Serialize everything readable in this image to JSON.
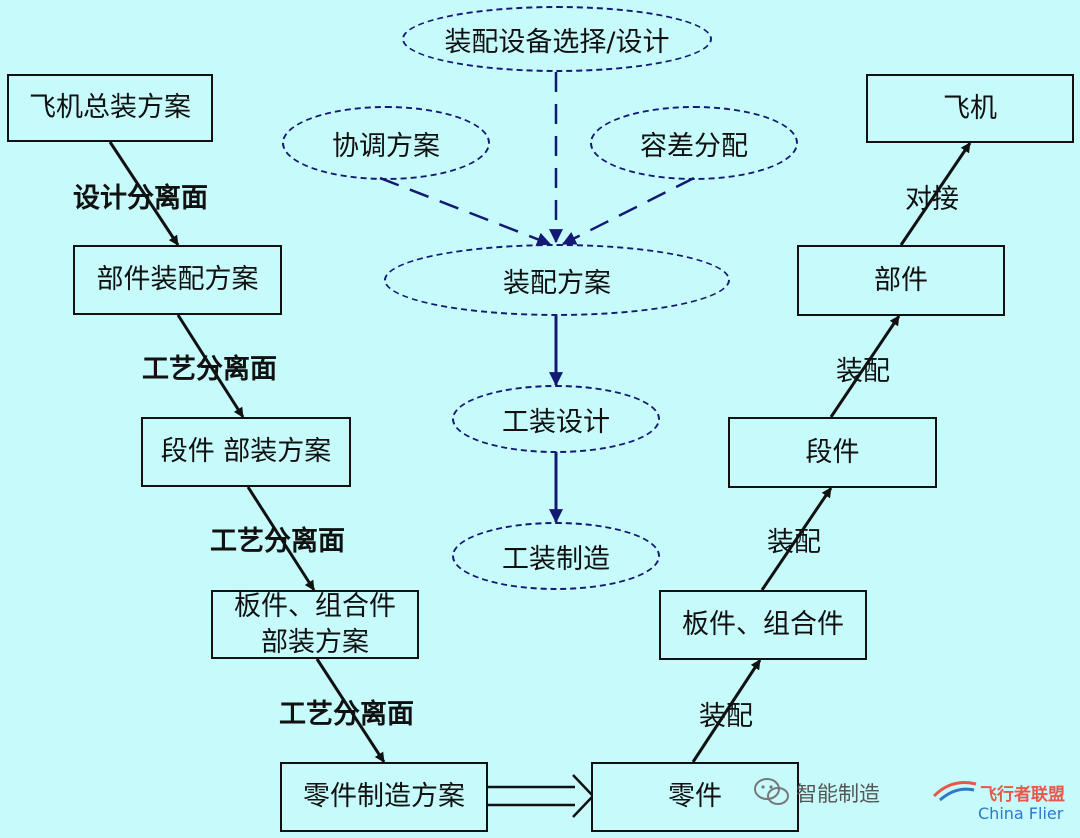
{
  "colors": {
    "background": "#c7fbfb",
    "box_border": "#111111",
    "oval_border": "#141a73",
    "arrow_black": "#111111",
    "arrow_navy": "#141a73",
    "watermark_gray": "#555555",
    "watermark_accent": "#e8574a",
    "watermark_blue": "#2e78c7"
  },
  "left_chain": {
    "aircraft_plan": "飞机总装方案",
    "component_plan": "部件装配方案",
    "section_plan": "段件 部装方案",
    "panel_plan": "板件、组合件\n部装方案",
    "part_plan": "零件制造方案"
  },
  "left_labels": {
    "design_separation": "设计分离面",
    "process_separation_1": "工艺分离面",
    "process_separation_2": "工艺分离面",
    "process_separation_3": "工艺分离面"
  },
  "center_chain": {
    "equipment_selection": "装配设备选择/设计",
    "coordination_plan": "协调方案",
    "tolerance_allocation": "容差分配",
    "assembly_plan": "装配方案",
    "tooling_design": "工装设计",
    "tooling_manufacture": "工装制造"
  },
  "right_chain": {
    "aircraft": "飞机",
    "component": "部件",
    "section": "段件",
    "panel": "板件、组合件",
    "part": "零件"
  },
  "right_labels": {
    "docking": "对接",
    "assembly_1": "装配",
    "assembly_2": "装配",
    "assembly_3": "装配"
  },
  "watermark": {
    "left_text": "智能制造",
    "right_text": "飞行者联盟",
    "sub_text": "China Flier"
  }
}
